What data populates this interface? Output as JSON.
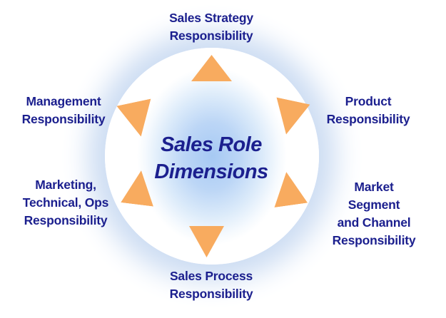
{
  "diagram": {
    "center": {
      "title": "Sales Role\nDimensions"
    },
    "nodes": {
      "top": {
        "label": "Sales Strategy\nResponsibility"
      },
      "upper_right": {
        "label": "Product\nResponsibility"
      },
      "lower_right": {
        "label": "Market Segment\nand Channel\nResponsibility"
      },
      "bottom": {
        "label": "Sales Process\nResponsibility"
      },
      "lower_left": {
        "label": "Marketing,\nTechnical, Ops\nResponsibility"
      },
      "upper_left": {
        "label": "Management\nResponsibility"
      }
    }
  },
  "colors": {
    "label_text": "#1b1f8e",
    "triangle": "#f8ab5f",
    "glow_core": "#a6c9f3",
    "glow_halo": "#cdddf3",
    "background": "#ffffff"
  }
}
